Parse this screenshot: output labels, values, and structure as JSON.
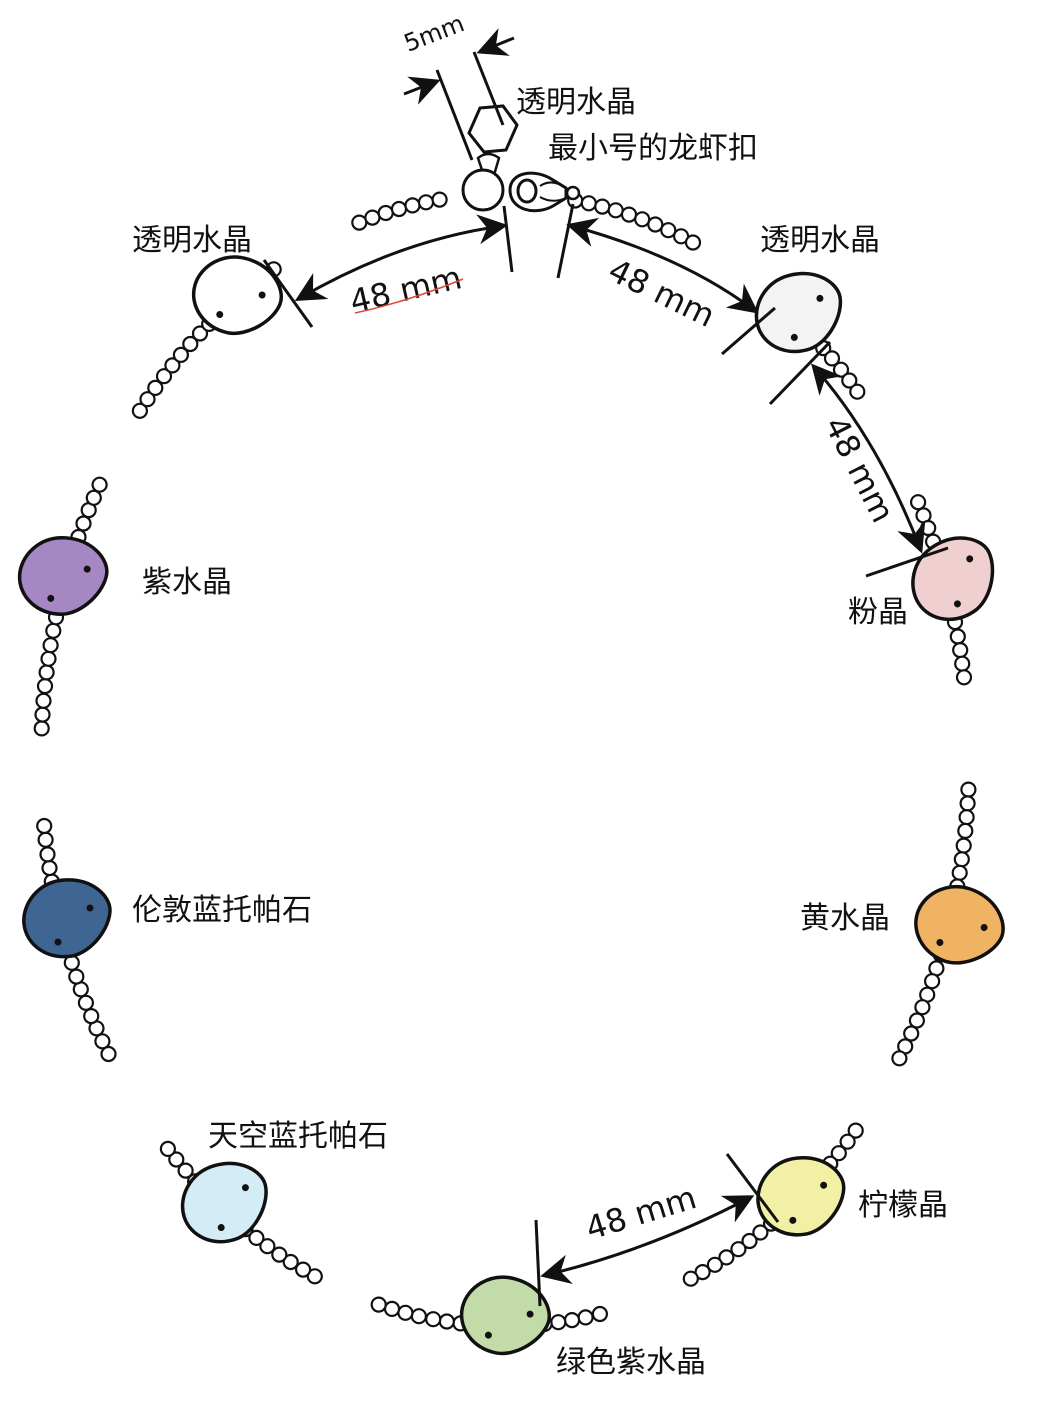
{
  "clasp": {
    "pendant_label": "透明水晶",
    "clasp_label": "最小号的龙虾扣",
    "gap_label": "5mm"
  },
  "stones": [
    {
      "id": "top-left",
      "label": "透明水晶",
      "color": "#ffffff"
    },
    {
      "id": "top-right",
      "label": "透明水晶",
      "color": "#f3f3f3"
    },
    {
      "id": "pink",
      "label": "粉晶",
      "color": "#f0cfd0"
    },
    {
      "id": "amethyst",
      "label": "紫水晶",
      "color": "#a487c3"
    },
    {
      "id": "london-blue",
      "label": "伦敦蓝托帕石",
      "color": "#3f6592"
    },
    {
      "id": "citrine",
      "label": "黄水晶",
      "color": "#efb363"
    },
    {
      "id": "sky-blue",
      "label": "天空蓝托帕石",
      "color": "#d4ecf6"
    },
    {
      "id": "lemon",
      "label": "柠檬晶",
      "color": "#f1f0a5"
    },
    {
      "id": "green",
      "label": "绿色紫水晶",
      "color": "#c3dba9"
    }
  ],
  "dimensions": [
    {
      "id": "dim-top-left",
      "text": "48 mm"
    },
    {
      "id": "dim-top-right",
      "text": "48 mm"
    },
    {
      "id": "dim-right",
      "text": "48 mm"
    },
    {
      "id": "dim-bottom",
      "text": "48 mm"
    }
  ]
}
